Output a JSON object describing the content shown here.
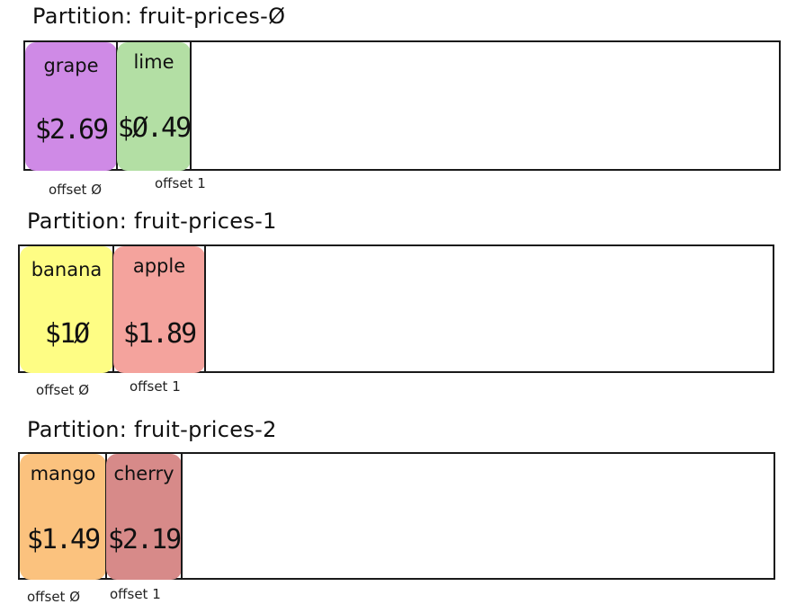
{
  "partitions": [
    {
      "title": "Partition: fruit-prices-Ø",
      "records": [
        {
          "name": "grape",
          "price": "$2.69",
          "offset": "offset Ø",
          "color": "#cf8ae6"
        },
        {
          "name": "lime",
          "price": "$Ø.49",
          "offset": "offset 1",
          "color": "#b3dfa4"
        }
      ]
    },
    {
      "title": "Partition: fruit-prices-1",
      "records": [
        {
          "name": "banana",
          "price": "$1Ø",
          "offset": "offset Ø",
          "color": "#fefd84"
        },
        {
          "name": "apple",
          "price": "$1.89",
          "offset": "offset 1",
          "color": "#f4a39d"
        }
      ]
    },
    {
      "title": "Partition: fruit-prices-2",
      "records": [
        {
          "name": "mango",
          "price": "$1.49",
          "offset": "offset Ø",
          "color": "#fbc27e"
        },
        {
          "name": "cherry",
          "price": "$2.19",
          "offset": "offset 1",
          "color": "#d78a89"
        }
      ]
    }
  ]
}
